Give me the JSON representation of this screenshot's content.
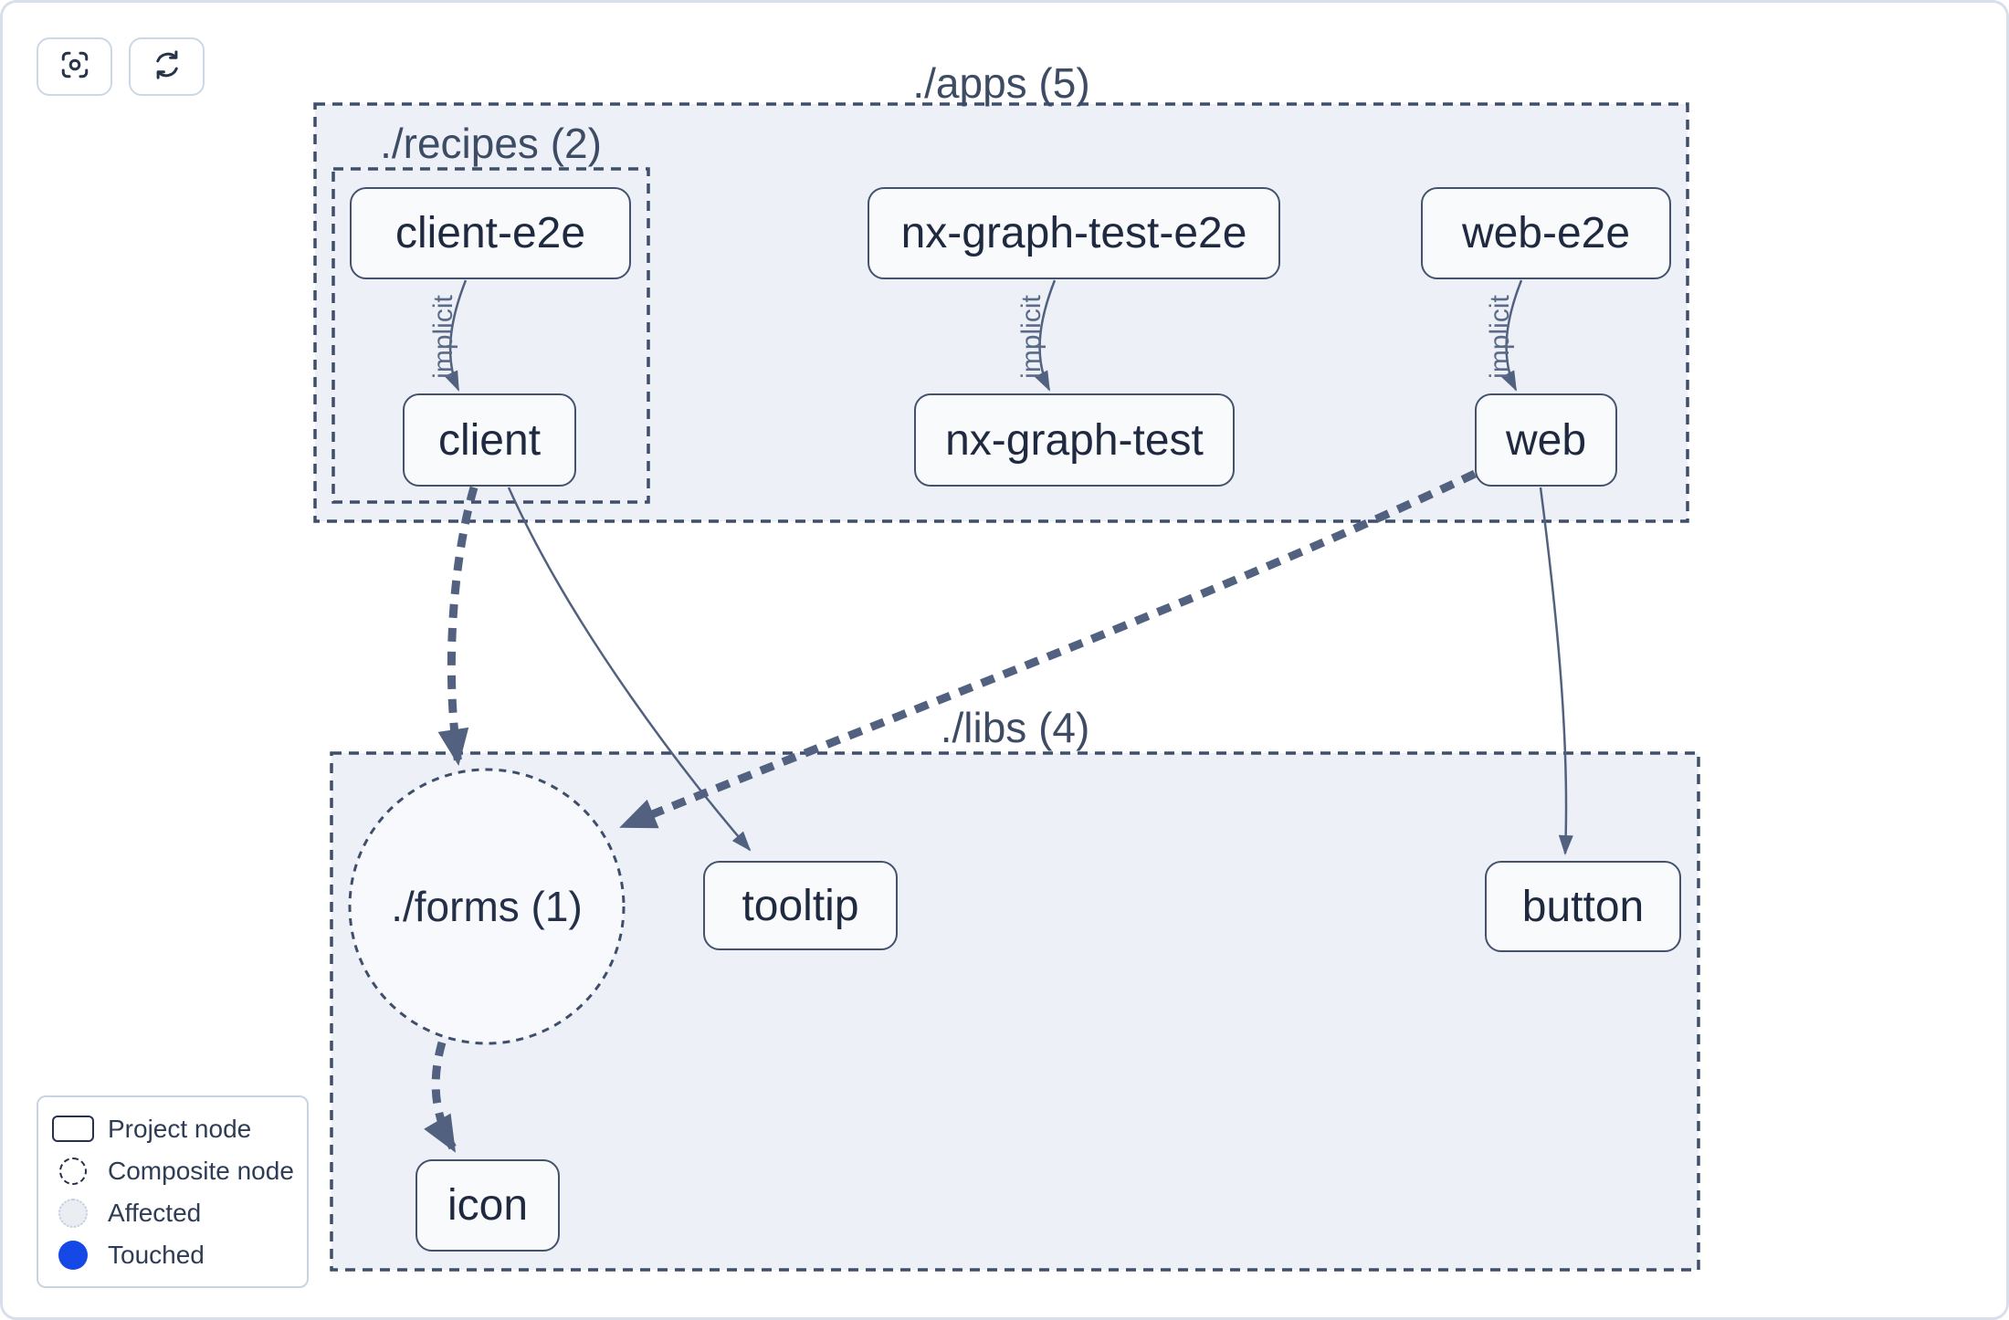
{
  "toolbar": {
    "buttons": [
      {
        "icon": "focus-crosshair-icon"
      },
      {
        "icon": "refresh-icon"
      }
    ]
  },
  "graph": {
    "containers": {
      "apps": {
        "label": "./apps (5)"
      },
      "recipes": {
        "label": "./recipes (2)"
      },
      "libs": {
        "label": "./libs (4)"
      },
      "forms": {
        "label": "./forms (1)",
        "type": "composite"
      }
    },
    "nodes": {
      "client_e2e": {
        "label": "client-e2e"
      },
      "nx_graph_test_e2e": {
        "label": "nx-graph-test-e2e"
      },
      "web_e2e": {
        "label": "web-e2e"
      },
      "client": {
        "label": "client"
      },
      "nx_graph_test": {
        "label": "nx-graph-test"
      },
      "web": {
        "label": "web"
      },
      "tooltip": {
        "label": "tooltip"
      },
      "button": {
        "label": "button"
      },
      "icon": {
        "label": "icon"
      }
    },
    "edge_label_implicit": "implicit",
    "edges": [
      {
        "from": "client-e2e",
        "to": "client",
        "label": "implicit",
        "style": "curved-thin"
      },
      {
        "from": "nx-graph-test-e2e",
        "to": "nx-graph-test",
        "label": "implicit",
        "style": "curved-thin"
      },
      {
        "from": "web-e2e",
        "to": "web",
        "label": "implicit",
        "style": "curved-thin"
      },
      {
        "from": "client",
        "to": "./forms (1)",
        "style": "thick-dashed"
      },
      {
        "from": "client",
        "to": "tooltip",
        "style": "curved-thin"
      },
      {
        "from": "web",
        "to": "./forms (1)",
        "style": "thick-dashed"
      },
      {
        "from": "web",
        "to": "button",
        "style": "curved-thin"
      },
      {
        "from": "./forms (1)",
        "to": "icon",
        "style": "thick-dashed"
      }
    ]
  },
  "legend": {
    "items": [
      {
        "label": "Project node",
        "marker": "project-rect-icon"
      },
      {
        "label": "Composite node",
        "marker": "dashed-circle-icon"
      },
      {
        "label": "Affected",
        "marker": "affected-circle-icon"
      },
      {
        "label": "Touched",
        "marker": "touched-circle-icon"
      }
    ]
  },
  "colors": {
    "container_fill": "#edf1f7",
    "node_fill": "#f8fafc",
    "node_border": "#44526d",
    "edge": "#51617f",
    "container_border": "#3f4e6a",
    "touched_blue": "#1648e8",
    "affected_fill": "#eaedf2"
  }
}
